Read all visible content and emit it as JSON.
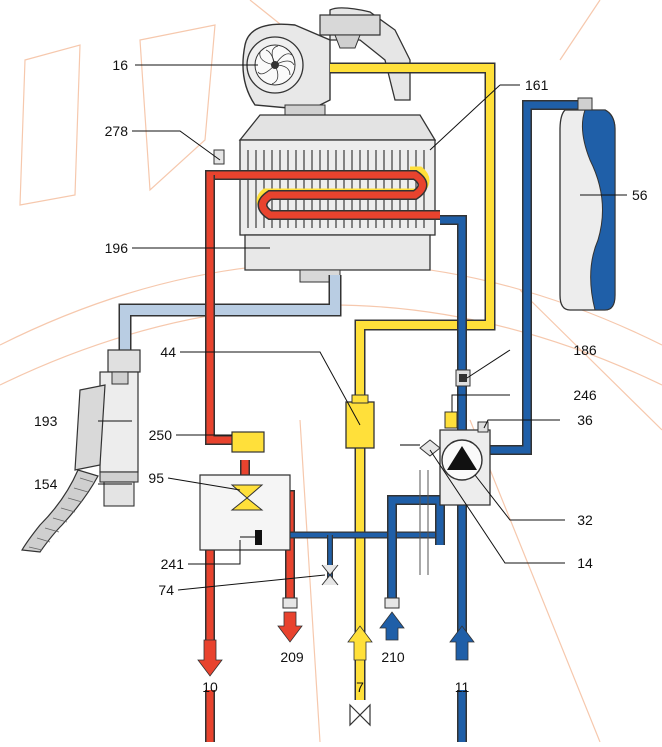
{
  "labels": {
    "l16": "16",
    "l161": "161",
    "l278": "278",
    "l56": "56",
    "l196": "196",
    "l44": "44",
    "l186": "186",
    "l246": "246",
    "l193": "193",
    "l250": "250",
    "l36": "36",
    "l95": "95",
    "l154": "154",
    "l32": "32",
    "l241": "241",
    "l14": "14",
    "l74": "74",
    "l209": "209",
    "l210": "210",
    "l10": "10",
    "l7": "7",
    "l11": "11"
  },
  "colors": {
    "hot": "#e8432e",
    "cold": "#1f5fa8",
    "gas": "#ffe03a",
    "flue": "#b9cde3",
    "watermark": "#f6c8ad"
  }
}
